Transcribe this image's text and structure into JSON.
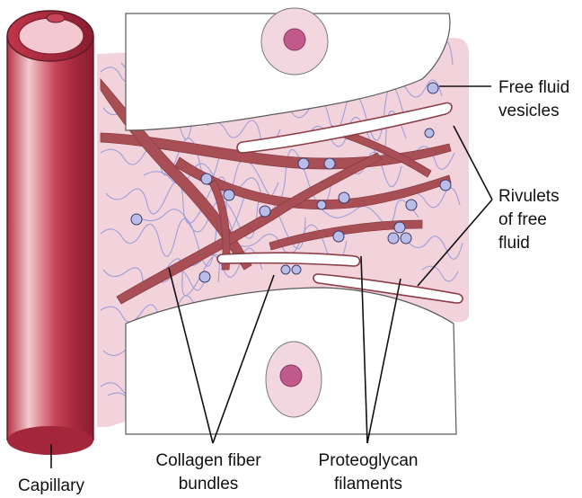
{
  "labels": {
    "free_fluid_vesicles_line1": "Free fluid",
    "free_fluid_vesicles_line2": "vesicles",
    "rivulets_line1": "Rivulets",
    "rivulets_line2": "of free",
    "rivulets_line3": "fluid",
    "collagen_line1": "Collagen fiber",
    "collagen_line2": "bundles",
    "proteoglycan_line1": "Proteoglycan",
    "proteoglycan_line2": "filaments",
    "capillary": "Capillary"
  },
  "colors": {
    "interstitium": "#f2d3dc",
    "collagen": "#a84f56",
    "filament": "#8f95d8",
    "cell": "#ffffff",
    "cell_outline": "#5a5a5a",
    "nucleus": "#c05a8a",
    "capillary_dark": "#a3263a",
    "capillary_light": "#f3c9cf"
  }
}
